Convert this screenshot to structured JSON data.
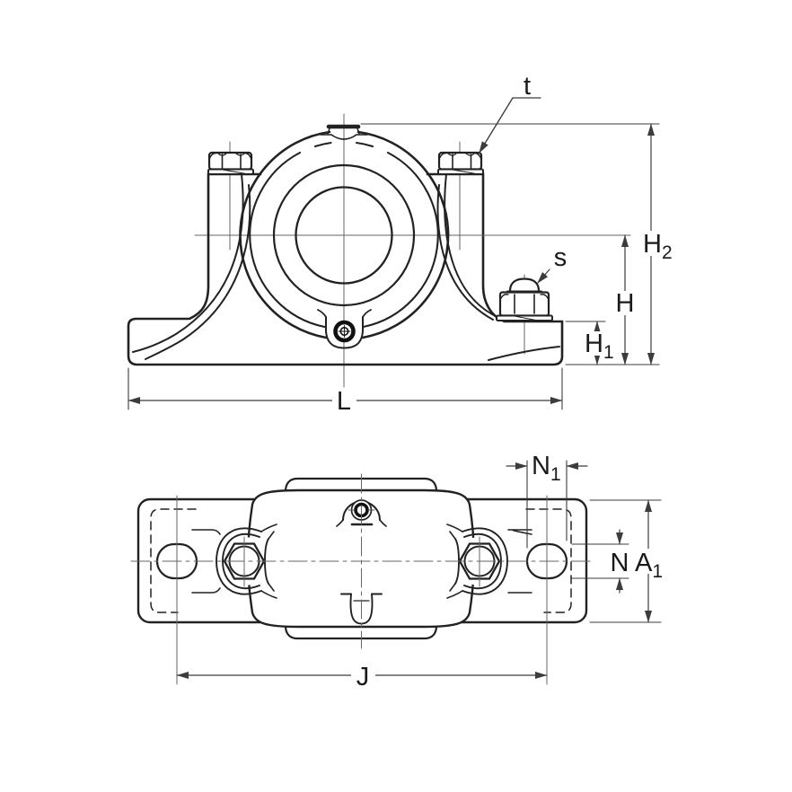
{
  "drawing": {
    "kind": "plummer-block-housing-dimension-drawing",
    "colors": {
      "line": "#222222",
      "dim": "#3c3c3c",
      "centerline": "#666666",
      "background": "#ffffff"
    },
    "labels": {
      "t": {
        "text": "t"
      },
      "s": {
        "text": "s"
      },
      "H2": {
        "main": "H",
        "sub": "2"
      },
      "H": {
        "main": "H"
      },
      "H1": {
        "main": "H",
        "sub": "1"
      },
      "L": {
        "main": "L"
      },
      "N1": {
        "main": "N",
        "sub": "1"
      },
      "N": {
        "main": "N"
      },
      "A1": {
        "main": "A",
        "sub": "1"
      },
      "J": {
        "main": "J"
      }
    }
  }
}
